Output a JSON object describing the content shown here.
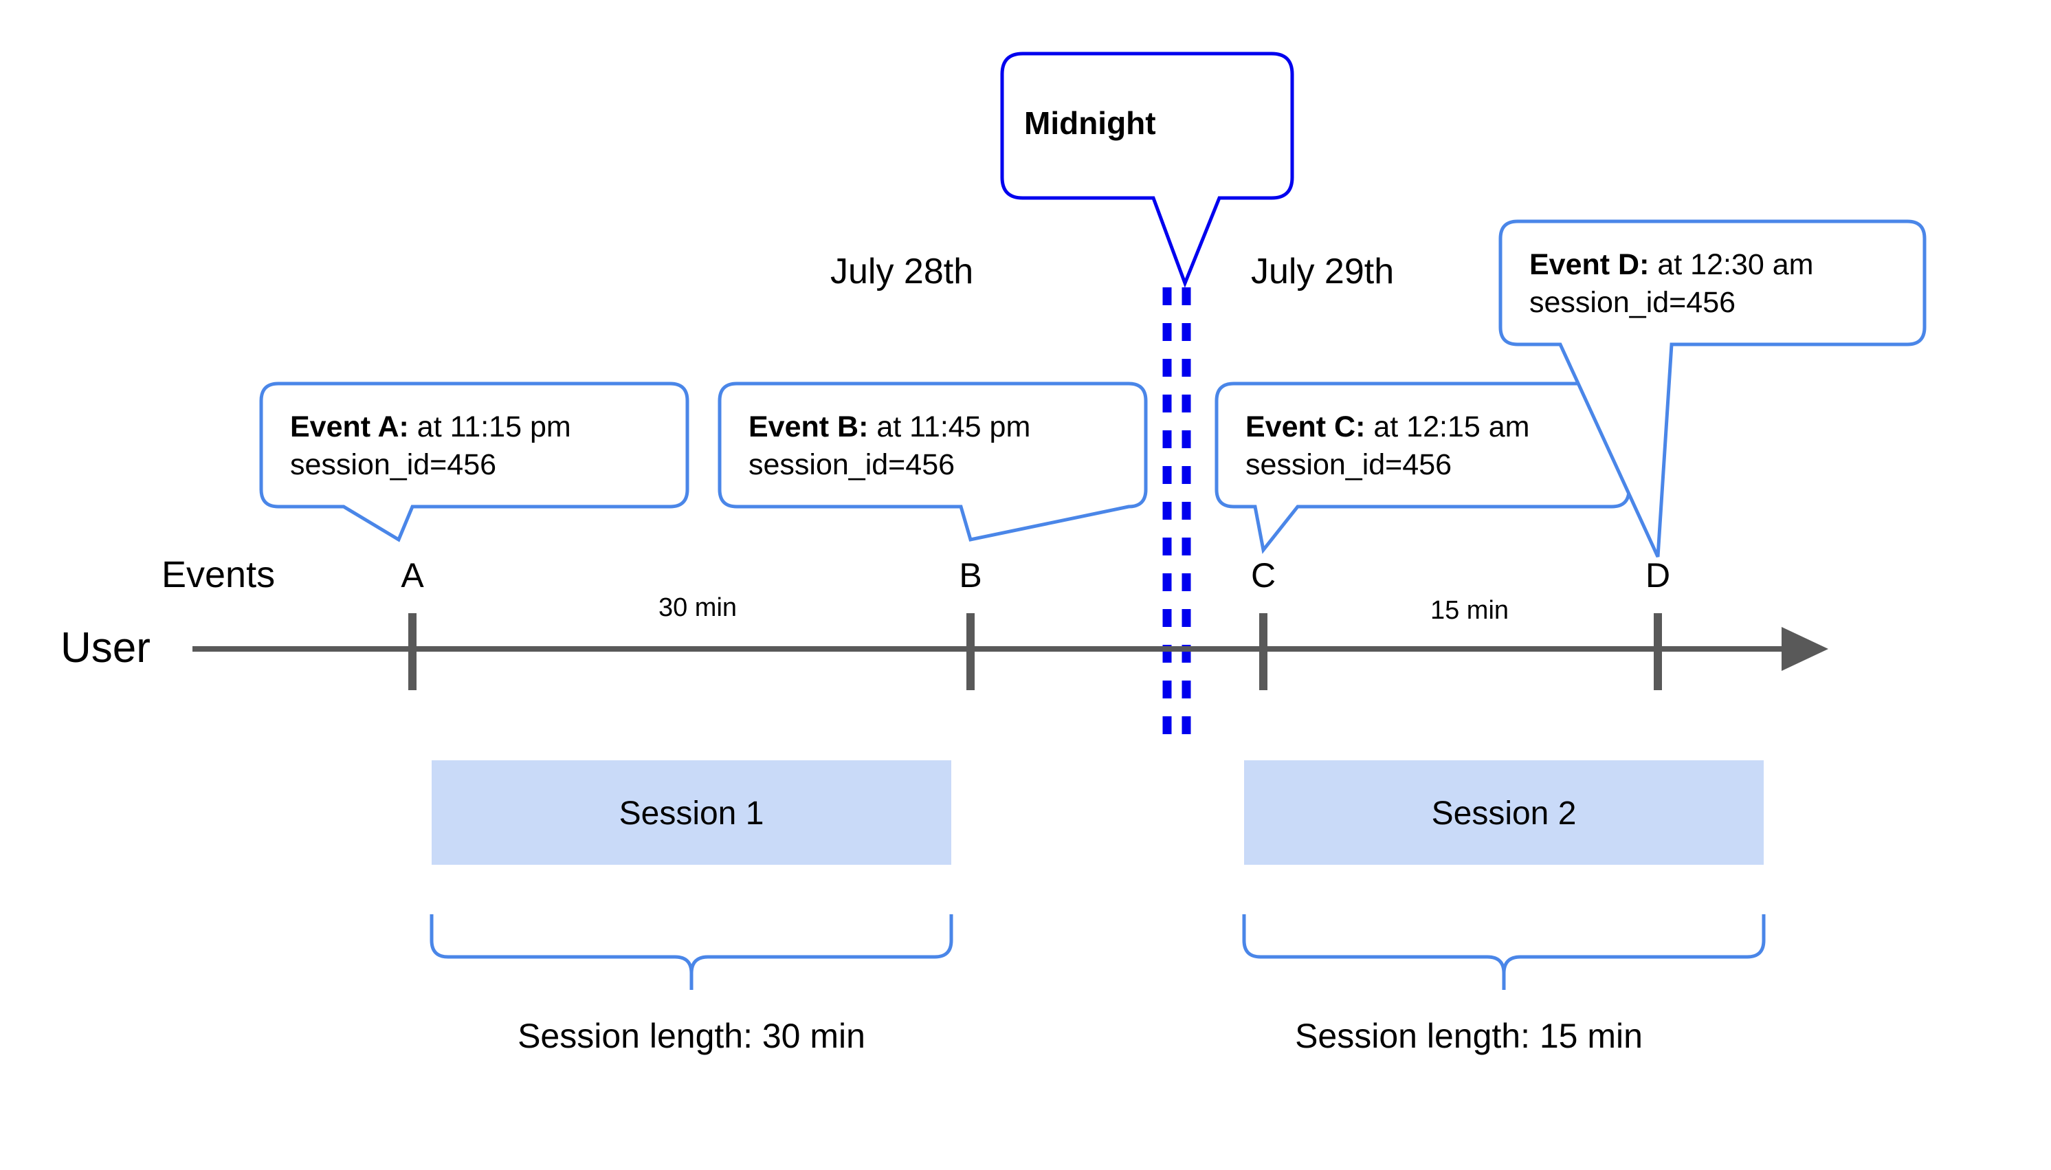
{
  "diagram": {
    "title_callout": {
      "label": "Midnight",
      "border_color": "#0000EE"
    },
    "date_labels": [
      {
        "text": "July 28th"
      },
      {
        "text": "July 29th"
      }
    ],
    "axis": {
      "row_label_events": "Events",
      "row_label_user": "User",
      "line_color": "#595959",
      "accent_color": "#4A86E8",
      "session_fill": "#C9DAF8"
    },
    "events": [
      {
        "tick": "A",
        "bold": "Event A:",
        "detail": " at 11:15 pm",
        "line2": "session_id=456"
      },
      {
        "tick": "B",
        "bold": "Event B:",
        "detail": " at 11:45 pm",
        "line2": "session_id=456"
      },
      {
        "tick": "C",
        "bold": "Event C:",
        "detail": " at 12:15 am",
        "line2": "session_id=456"
      },
      {
        "tick": "D",
        "bold": "Event D:",
        "detail": " at 12:30 am",
        "line2": "session_id=456"
      }
    ],
    "gaps": [
      {
        "text": "30 min"
      },
      {
        "text": "15 min"
      }
    ],
    "sessions": [
      {
        "name": "Session 1",
        "length_label": "Session length: 30 min"
      },
      {
        "name": "Session 2",
        "length_label": "Session length: 15 min"
      }
    ]
  },
  "chart_data": {
    "type": "timeline",
    "title": "User session splitting at midnight",
    "xlabel": "",
    "ylabel": "",
    "grid": false,
    "legend": "none",
    "day_boundary": {
      "label": "Midnight",
      "between": [
        "July 28th",
        "July 29th"
      ]
    },
    "categories": [
      "A",
      "B",
      "C",
      "D"
    ],
    "events": [
      {
        "id": "A",
        "time": "11:15 pm",
        "date": "July 28th",
        "session_id": 456,
        "session": "Session 1"
      },
      {
        "id": "B",
        "time": "11:45 pm",
        "date": "July 28th",
        "session_id": 456,
        "session": "Session 1"
      },
      {
        "id": "C",
        "time": "12:15 am",
        "date": "July 29th",
        "session_id": 456,
        "session": "Session 2"
      },
      {
        "id": "D",
        "time": "12:30 am",
        "date": "July 29th",
        "session_id": 456,
        "session": "Session 2"
      }
    ],
    "intervals": [
      {
        "from": "A",
        "to": "B",
        "label": "30 min",
        "minutes": 30
      },
      {
        "from": "C",
        "to": "D",
        "label": "15 min",
        "minutes": 15
      }
    ],
    "sessions": [
      {
        "name": "Session 1",
        "start_event": "A",
        "end_event": "B",
        "length_label": "Session length: 30 min",
        "minutes": 30
      },
      {
        "name": "Session 2",
        "start_event": "C",
        "end_event": "D",
        "length_label": "Session length: 15 min",
        "minutes": 15
      }
    ]
  }
}
